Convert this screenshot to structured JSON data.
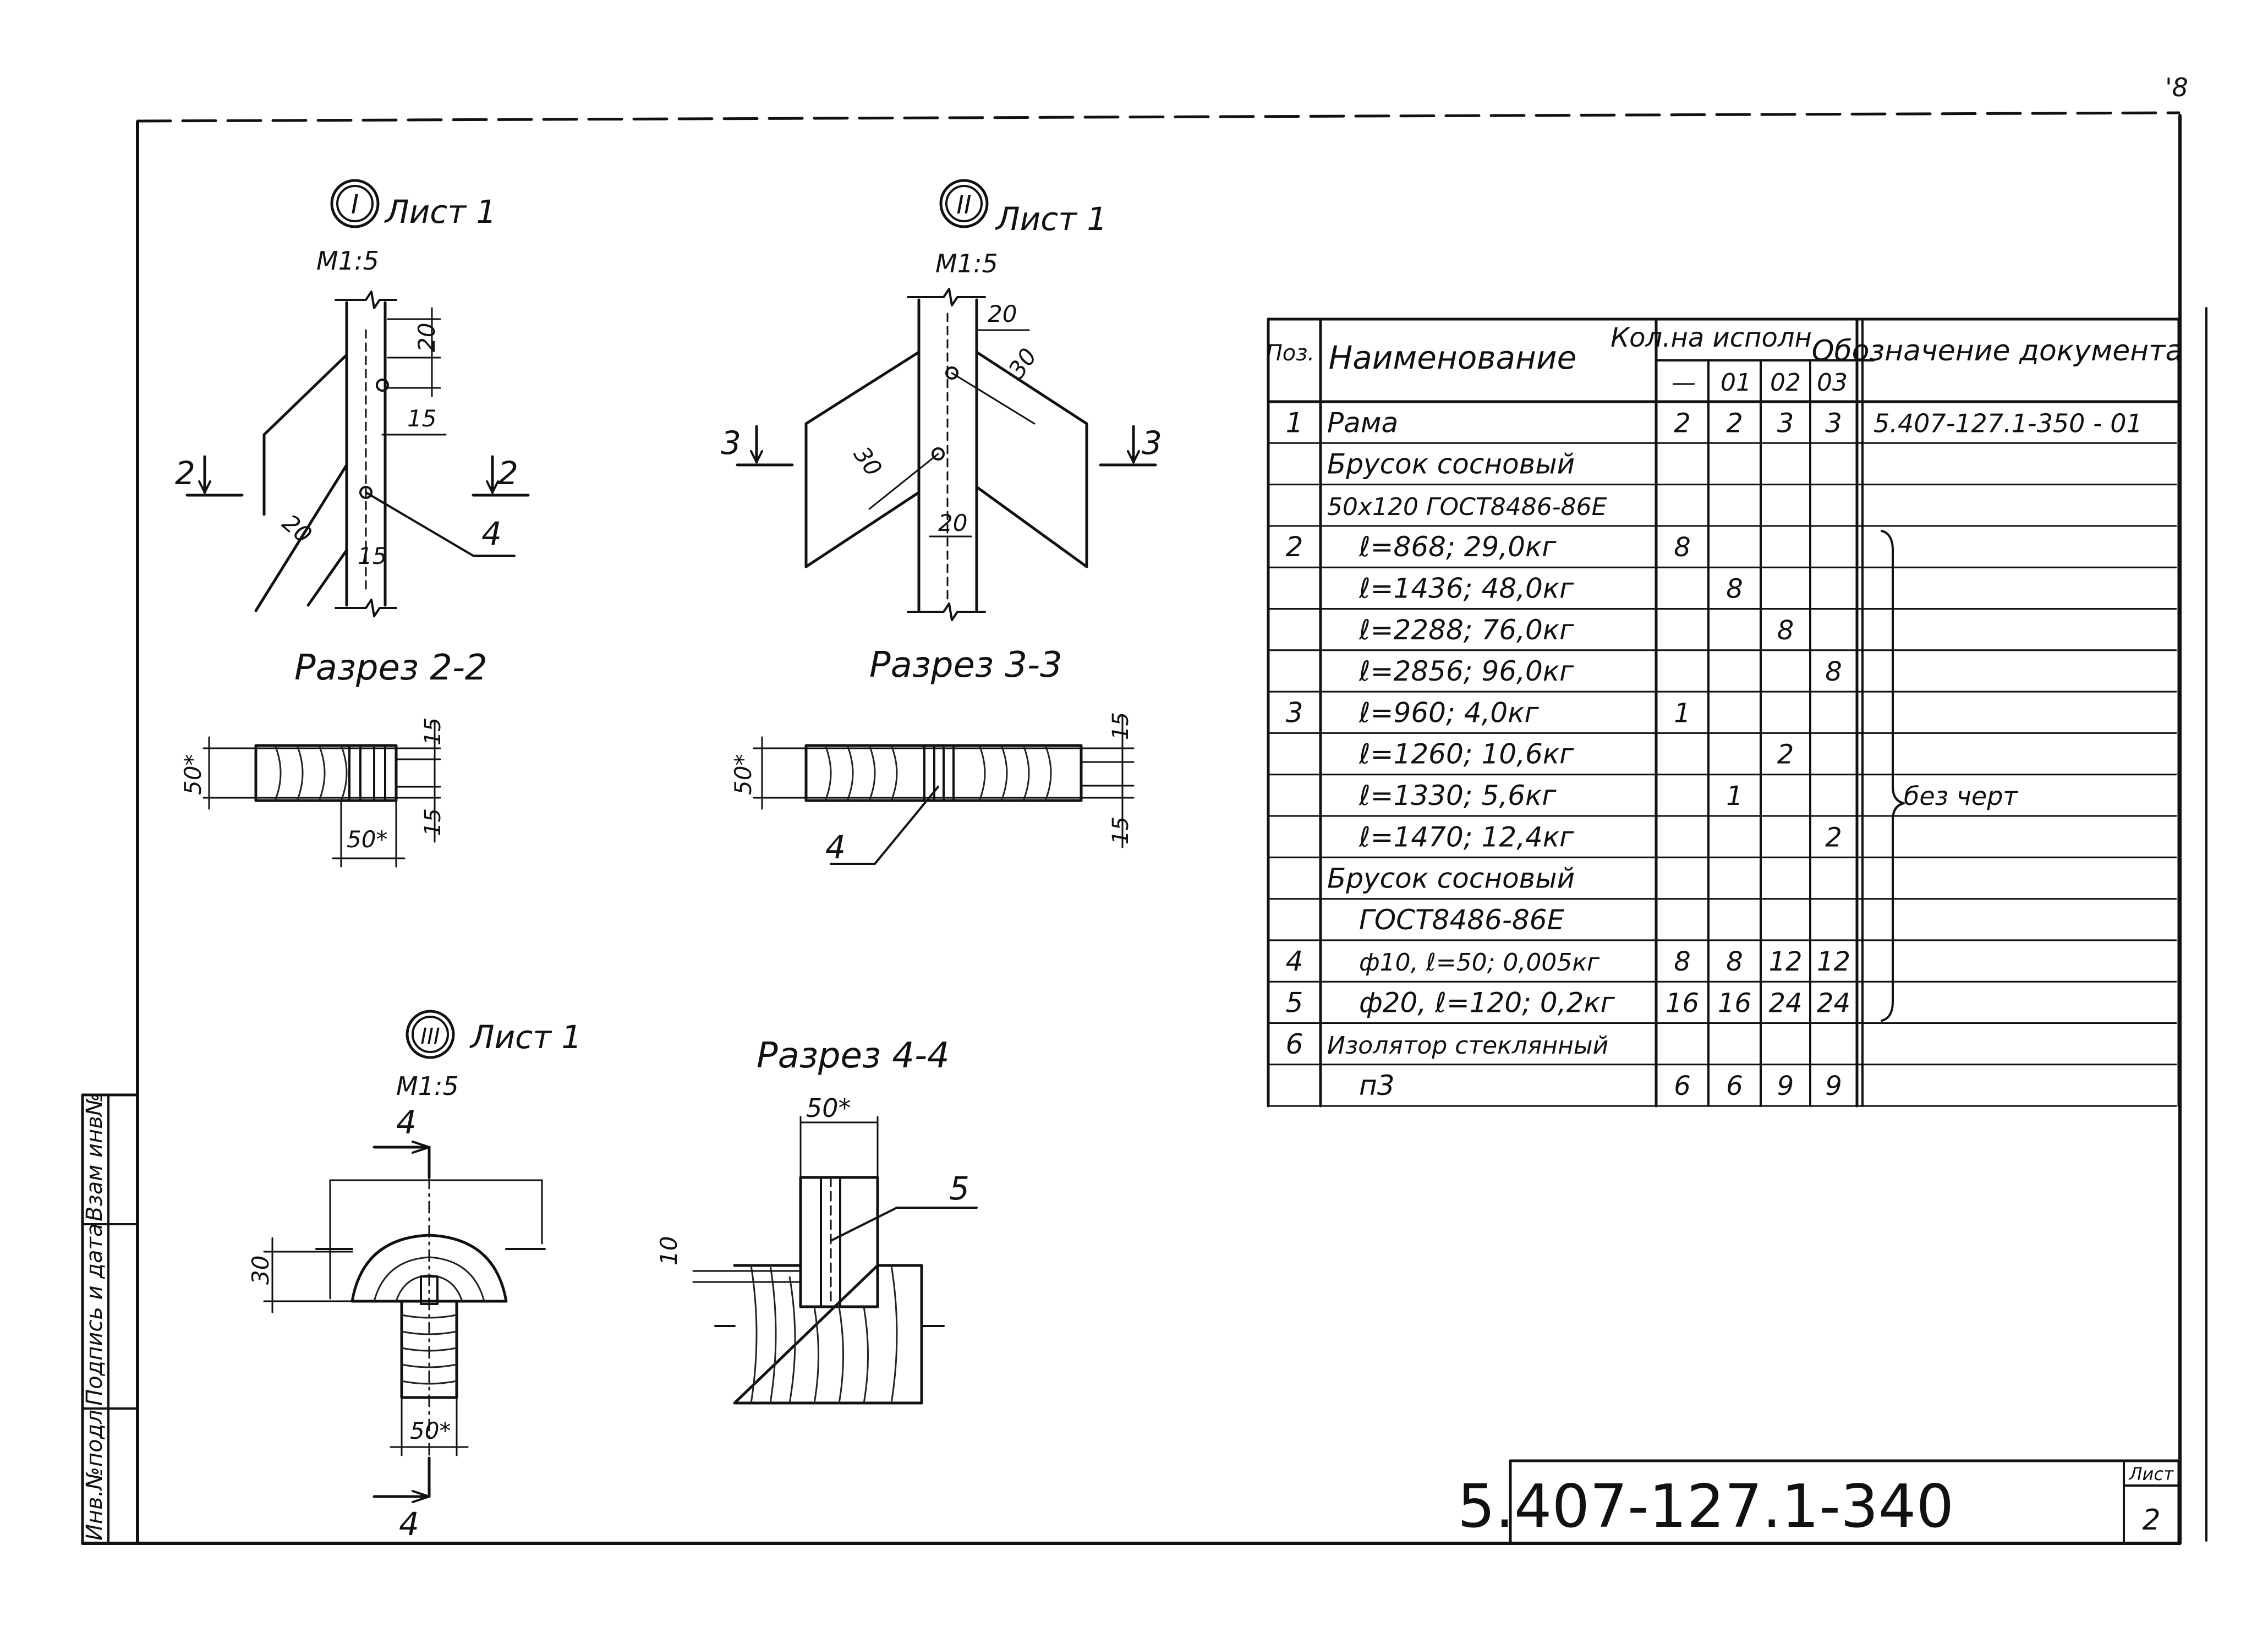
{
  "corner_mark": "'8",
  "stamp_sidebar": {
    "inv_podl": "Инв.№подл",
    "podpis_data": "Подпись и дата",
    "vzam_inv": "Взам инв№"
  },
  "views": {
    "view_I": {
      "marker": "I",
      "sheet_ref": "Лист 1",
      "scale": "М1:5"
    },
    "view_II": {
      "marker": "II",
      "sheet_ref": "Лист 1",
      "scale": "М1:5"
    },
    "view_III": {
      "marker": "III",
      "sheet_ref": "Лист 1",
      "scale": "М1:5"
    }
  },
  "sections": {
    "s22": "Разрез 2-2",
    "s33": "Разрез 3-3",
    "s44": "Разрез 4-4"
  },
  "labels": {
    "cut2": "2",
    "cut3": "3",
    "cut4": "4",
    "pos4": "4",
    "pos5": "5"
  },
  "dims": {
    "d20": "20",
    "d15": "15",
    "d30": "30",
    "d10": "10",
    "d50s": "50*"
  },
  "spec_table": {
    "headers": {
      "pos": "Поз.",
      "name": "Наименование",
      "qty": "Кол.на исполн",
      "doc": "Обозначение документа",
      "variants": [
        "—",
        "01",
        "02",
        "03"
      ]
    },
    "rows": [
      {
        "pos": "1",
        "name": "Рама",
        "q": [
          "2",
          "2",
          "3",
          "3"
        ],
        "doc": "5.407-127.1-350 - 01"
      },
      {
        "pos": "",
        "name": "Брусок сосновый",
        "q": [
          "",
          "",
          "",
          ""
        ],
        "doc": ""
      },
      {
        "pos": "",
        "name": "50x120 ГОСТ8486-86Е",
        "q": [
          "",
          "",
          "",
          ""
        ],
        "doc": ""
      },
      {
        "pos": "2",
        "name": "ℓ=868; 29,0кг",
        "q": [
          "8",
          "",
          "",
          ""
        ],
        "doc": ""
      },
      {
        "pos": "",
        "name": "ℓ=1436; 48,0кг",
        "q": [
          "",
          "8",
          "",
          ""
        ],
        "doc": ""
      },
      {
        "pos": "",
        "name": "ℓ=2288; 76,0кг",
        "q": [
          "",
          "",
          "8",
          ""
        ],
        "doc": ""
      },
      {
        "pos": "",
        "name": "ℓ=2856; 96,0кг",
        "q": [
          "",
          "",
          "",
          "8"
        ],
        "doc": ""
      },
      {
        "pos": "3",
        "name": "ℓ=960; 4,0кг",
        "q": [
          "1",
          "",
          "",
          ""
        ],
        "doc": ""
      },
      {
        "pos": "",
        "name": "ℓ=1260; 10,6кг",
        "q": [
          "",
          "",
          "2",
          ""
        ],
        "doc": ""
      },
      {
        "pos": "",
        "name": "ℓ=1330; 5,6кг",
        "q": [
          "",
          "1",
          "",
          ""
        ],
        "doc": "без черт"
      },
      {
        "pos": "",
        "name": "ℓ=1470; 12,4кг",
        "q": [
          "",
          "",
          "",
          "2"
        ],
        "doc": ""
      },
      {
        "pos": "",
        "name": "Брусок сосновый",
        "q": [
          "",
          "",
          "",
          ""
        ],
        "doc": ""
      },
      {
        "pos": "",
        "name": "ГОСТ8486-86Е",
        "q": [
          "",
          "",
          "",
          ""
        ],
        "doc": ""
      },
      {
        "pos": "4",
        "name": "ф10, ℓ=50; 0,005кг",
        "q": [
          "8",
          "8",
          "12",
          "12"
        ],
        "doc": ""
      },
      {
        "pos": "5",
        "name": "ф20, ℓ=120; 0,2кг",
        "q": [
          "16",
          "16",
          "24",
          "24"
        ],
        "doc": ""
      },
      {
        "pos": "6",
        "name": "Изолятор стеклянный",
        "q": [
          "",
          "",
          "",
          ""
        ],
        "doc": ""
      },
      {
        "pos": "",
        "name": "п3",
        "q": [
          "6",
          "6",
          "9",
          "9"
        ],
        "doc": ""
      }
    ]
  },
  "title_block": {
    "doc_number": "5.407-127.1-340",
    "sheet_label": "Лист",
    "sheet_number": "2"
  }
}
